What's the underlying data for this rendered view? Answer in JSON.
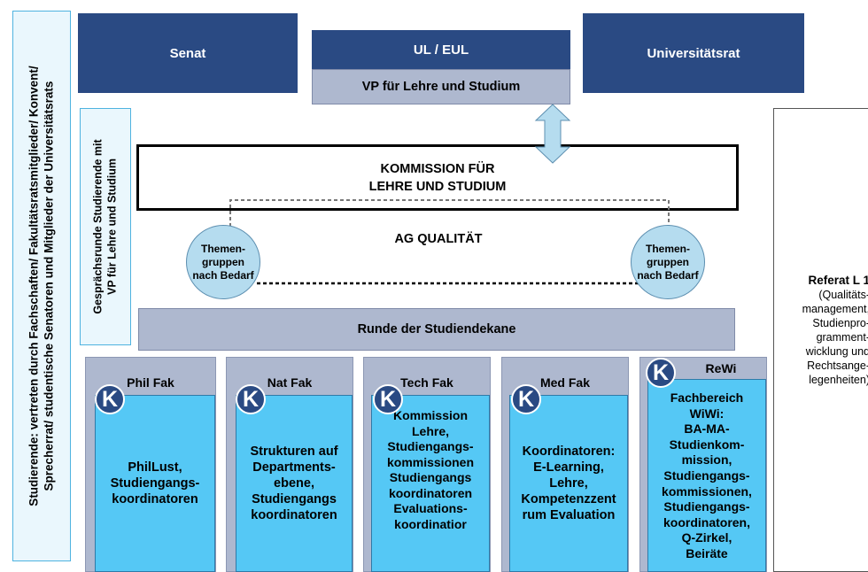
{
  "top": {
    "senat": "Senat",
    "ul_eul": "UL / EUL",
    "vp": "VP für Lehre und Studium",
    "unirat": "Universitätsrat"
  },
  "left_vertical": "Studierende: vertreten durch Fachschaften/ Fakultätsratsmitglieder/ Konvent/\nSprecherrat/ studentische Senatoren und Mitglieder der Universitätsrats",
  "gespraech_vertical": "Gesprächsrunde Studierende mit\nVP für Lehre und Studium",
  "kommission": "KOMMISSION FÜR\nLEHRE UND STUDIUM",
  "ag_qualitaet": "AG QUALITÄT",
  "themen_left": "Themen-\ngruppen\nnach Bedarf",
  "themen_right": "Themen-\ngruppen\nnach Bedarf",
  "runde": "Runde der Studiendekane",
  "referat": {
    "title": "Referat L 1",
    "body": "(Qualitäts-\nmanagement,\nStudienpro-\ngramment-\nwicklung und\nRechtsange-\nlegenheiten)"
  },
  "faculties": [
    {
      "name": "Phil Fak",
      "badge": "K",
      "content": "PhilLust,\nStudiengangs-\nkoordinatoren"
    },
    {
      "name": "Nat Fak",
      "badge": "K",
      "content": "Strukturen auf\nDepartments-\nebene,\nStudiengangs\nkoordinatoren"
    },
    {
      "name": "Tech Fak",
      "badge": "K",
      "content": "Kommission\nLehre,\nStudiengangs-\nkommissionen\nStudiengangs\nkoordinatoren\nEvaluations-\nkoordinatior"
    },
    {
      "name": "Med Fak",
      "badge": "K",
      "content": "Koordinatoren:\nE-Learning,\nLehre,\nKompetenzzent\nrum Evaluation"
    },
    {
      "name": "ReWi",
      "badge": "K",
      "content": "Fachbereich\nWiWi:\nBA-MA-\nStudienkom-\nmission,\nStudiengangs-\nkommissionen,\nStudiengangs-\nkoordinatoren,\nQ-Zirkel,\nBeiräte"
    }
  ],
  "colors": {
    "dark_blue": "#2a4a83",
    "pale_blue": "#aeb8cf",
    "cyan": "#55c8f5",
    "light_cyan_frame": "#eaf7fd"
  }
}
